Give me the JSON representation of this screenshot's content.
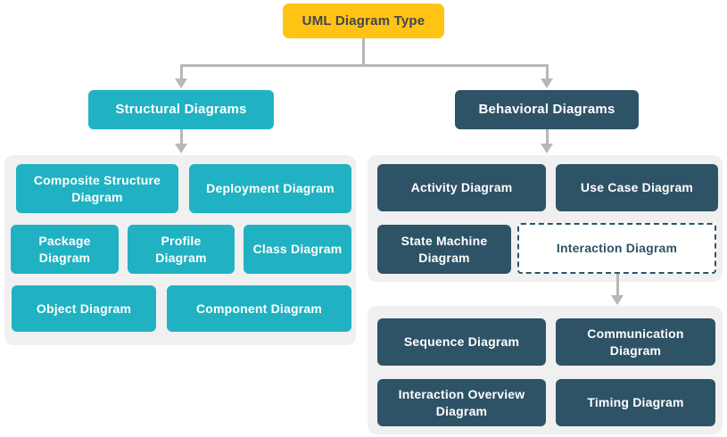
{
  "root": {
    "label": "UML Diagram Type"
  },
  "structural": {
    "header": "Structural Diagrams",
    "nodes": [
      {
        "label": "Composite Structure Diagram"
      },
      {
        "label": "Deployment Diagram"
      },
      {
        "label": "Package Diagram"
      },
      {
        "label": "Profile Diagram"
      },
      {
        "label": "Class Diagram"
      },
      {
        "label": "Object Diagram"
      },
      {
        "label": "Component Diagram"
      }
    ]
  },
  "behavioral": {
    "header": "Behavioral Diagrams",
    "nodes": [
      {
        "label": "Activity Diagram"
      },
      {
        "label": "Use Case Diagram"
      },
      {
        "label": "State Machine Diagram"
      },
      {
        "label": "Interaction Diagram",
        "style": "dashed"
      }
    ],
    "interaction_nodes": [
      {
        "label": "Sequence Diagram"
      },
      {
        "label": "Communication Diagram"
      },
      {
        "label": "Interaction Overview Diagram"
      },
      {
        "label": "Timing Diagram"
      }
    ]
  },
  "colors": {
    "root_bg": "#FFC314",
    "root_text": "#42464E",
    "structural_bg": "#20B2C2",
    "behavioral_bg": "#2E5366",
    "node_text": "#FFFFFF",
    "group_bg": "#F0F0F0",
    "connector": "#B7B7B7",
    "dashed_border": "#2E5366"
  }
}
